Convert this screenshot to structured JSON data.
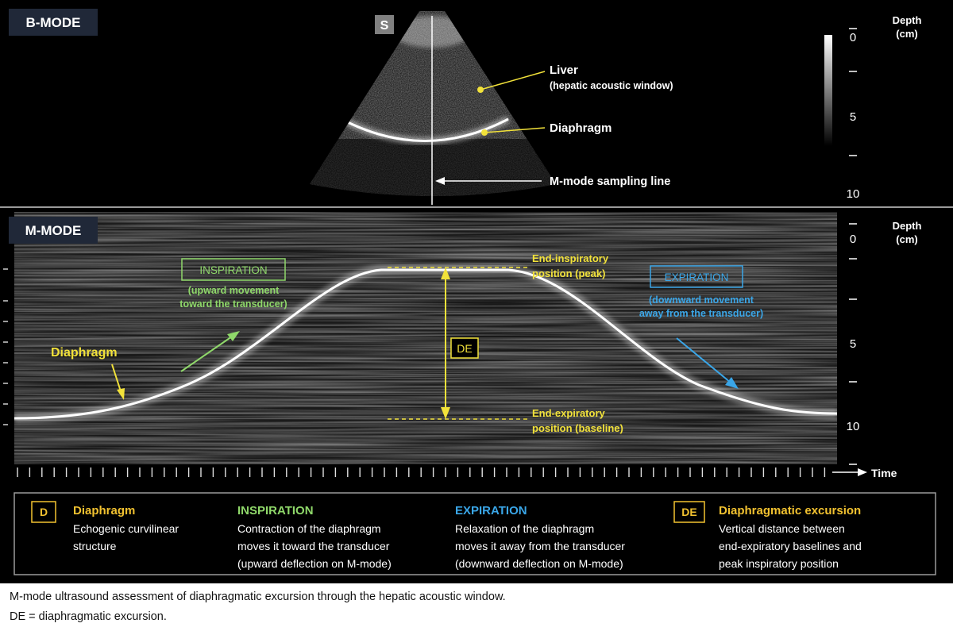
{
  "bmode": {
    "label": "B-MODE",
    "probe_marker": "S",
    "depth_title_1": "Depth",
    "depth_title_2": "(cm)",
    "depth_ticks": [
      "0",
      "5",
      "10"
    ],
    "annotations": {
      "liver": "Liver",
      "liver_sub": "(hepatic acoustic window)",
      "diaphragm": "Diaphragm",
      "sampling_line": "M-mode sampling line"
    }
  },
  "mmode": {
    "label": "M-MODE",
    "depth_title_1": "Depth",
    "depth_title_2": "(cm)",
    "depth_ticks": [
      "0",
      "5",
      "10"
    ],
    "time_label": "Time",
    "diaphragm_label": "Diaphragm",
    "inspiration": {
      "title": "INSPIRATION",
      "line1": "(upward movement",
      "line2": "toward the transducer)"
    },
    "expiration": {
      "title": "EXPIRATION",
      "line1": "(downward movement",
      "line2": "away from the transducer)"
    },
    "end_inspiratory": {
      "line1": "End-inspiratory",
      "line2": "position (peak)"
    },
    "end_expiratory": {
      "line1": "End-expiratory",
      "line2": "position (baseline)"
    },
    "de_label": "DE"
  },
  "legend": [
    {
      "badge": "D",
      "title": "Diaphragm",
      "color": "#f2c230",
      "lines": [
        "Echogenic curvilinear",
        "structure"
      ]
    },
    {
      "badge": "",
      "title": "INSPIRATION",
      "color": "#8fd86a",
      "lines": [
        "Contraction of the diaphragm",
        "moves it toward the transducer",
        "(upward deflection on M-mode)"
      ]
    },
    {
      "badge": "",
      "title": "EXPIRATION",
      "color": "#3aa6e8",
      "lines": [
        "Relaxation of the diaphragm",
        "moves it away from the transducer",
        "(downward deflection on M-mode)"
      ]
    },
    {
      "badge": "DE",
      "title": "Diaphragmatic excursion",
      "color": "#f2c230",
      "lines": [
        "Vertical distance between",
        "end-expiratory baselines and",
        "peak inspiratory position"
      ]
    }
  ],
  "colors": {
    "yellow": "#f2e23a",
    "green": "#8fd86a",
    "blue": "#3aa6e8",
    "gold": "#f2c230"
  },
  "caption": {
    "line1": "M-mode ultrasound assessment of diaphragmatic excursion through the hepatic acoustic window.",
    "line2": "DE = diaphragmatic excursion."
  }
}
